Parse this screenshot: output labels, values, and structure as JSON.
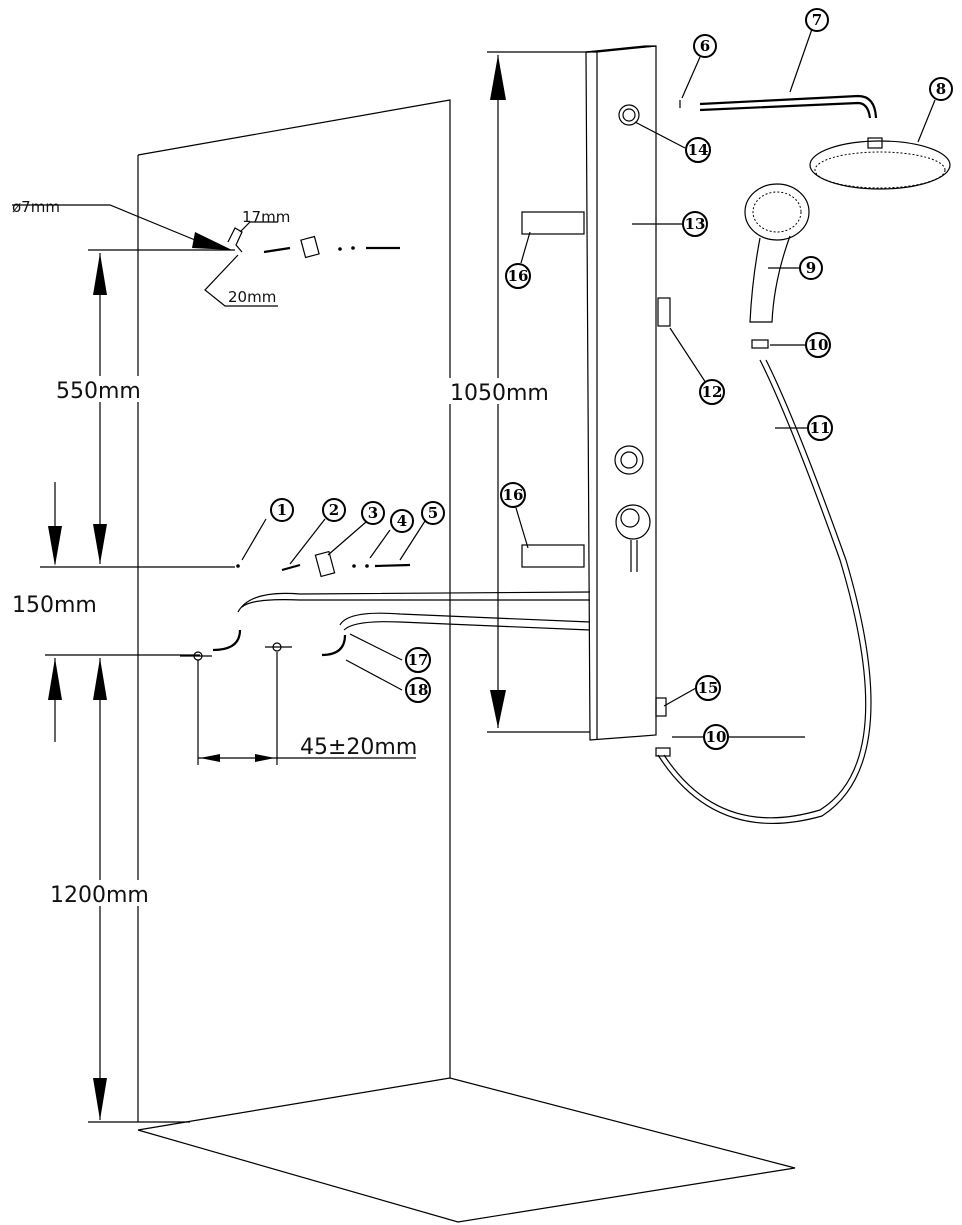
{
  "dimensions": {
    "hole_diameter": "ø7mm",
    "depth_17": "17mm",
    "depth_20": "20mm",
    "d550": "550mm",
    "d150": "150mm",
    "d1050": "1050mm",
    "d1200": "1200mm",
    "d45": "45±20mm"
  },
  "callouts": [
    "1",
    "2",
    "3",
    "4",
    "5",
    "6",
    "7",
    "8",
    "9",
    "10",
    "10",
    "11",
    "12",
    "13",
    "14",
    "15",
    "16",
    "16",
    "17",
    "18"
  ]
}
